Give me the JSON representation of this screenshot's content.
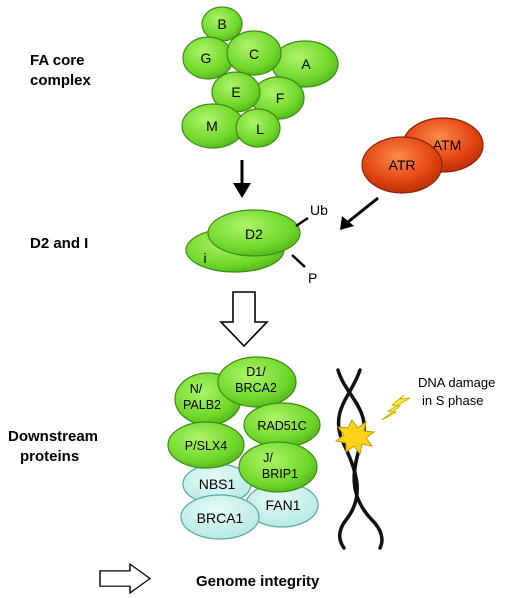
{
  "labels": {
    "core_line1": "FA core",
    "core_line2": "complex",
    "d2i": "D2 and I",
    "downstream_line1": "Downstream",
    "downstream_line2": "proteins",
    "genome": "Genome integrity",
    "dna_line1": "DNA damage",
    "dna_line2": "in S phase"
  },
  "core_complex": {
    "B": "B",
    "G": "G",
    "C": "C",
    "A": "A",
    "E": "E",
    "F": "F",
    "M": "M",
    "L": "L"
  },
  "kinases": {
    "atm": "ATM",
    "atr": "ATR"
  },
  "d2_complex": {
    "d2": "D2",
    "i": "i",
    "ub": "Ub",
    "p": "P"
  },
  "downstream": {
    "n_line1": "N/",
    "n_line2": "PALB2",
    "d1_line1": "D1/",
    "d1_line2": "BRCA2",
    "rad51c": "RAD51C",
    "p_slx4": "P/SLX4",
    "j_line1": "J/",
    "j_line2": "BRIP1",
    "nbs1": "NBS1",
    "fan1": "FAN1",
    "brca1": "BRCA1"
  },
  "colors": {
    "green": "#6fd82a",
    "green_dark": "#3f8a16",
    "red": "#e0420f",
    "red_dark": "#8a2208",
    "cyan": "#c8f0ec",
    "cyan_dark": "#5aa8a2",
    "lightning": "#ffee33",
    "star": "#ffd21a"
  }
}
